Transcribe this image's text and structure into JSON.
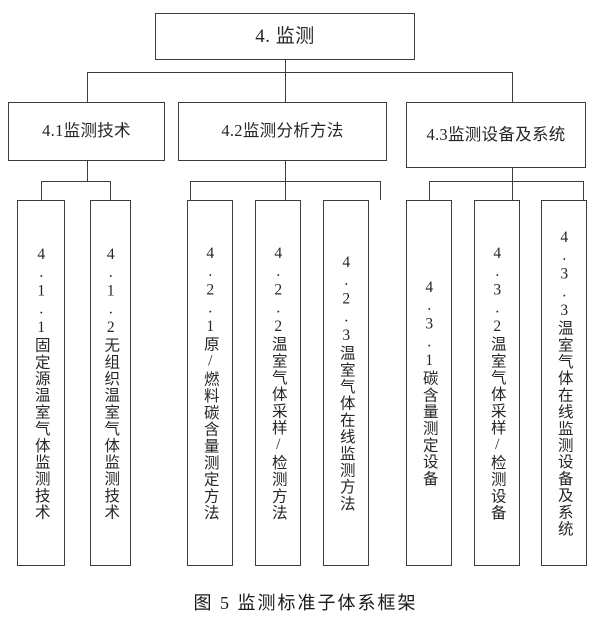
{
  "figure": {
    "caption": "图 5 监测标准子体系框架",
    "root": {
      "label": "4. 监测"
    },
    "level2": [
      {
        "label": "4.1监测技术"
      },
      {
        "label": "4.2监测分析方法"
      },
      {
        "label": "4.3监测设备及系统"
      }
    ],
    "level3": [
      {
        "label": "4.1.1固定源温室气体监测技术"
      },
      {
        "label": "4.1.2无组织温室气体监测技术"
      },
      {
        "label": "4.2.1原/燃料碳含量测定方法"
      },
      {
        "label": "4.2.2温室气体采样/检测方法"
      },
      {
        "label": "4.2.3温室气体在线监测方法"
      },
      {
        "label": "4.3.1碳含量测定设备"
      },
      {
        "label": "4.3.2温室气体采样/检测设备"
      },
      {
        "label": "4.3.3温室气体在线监测设备及系统"
      }
    ],
    "colors": {
      "stroke": "#3c3c3c",
      "text": "#262626",
      "background": "#ffffff"
    }
  }
}
